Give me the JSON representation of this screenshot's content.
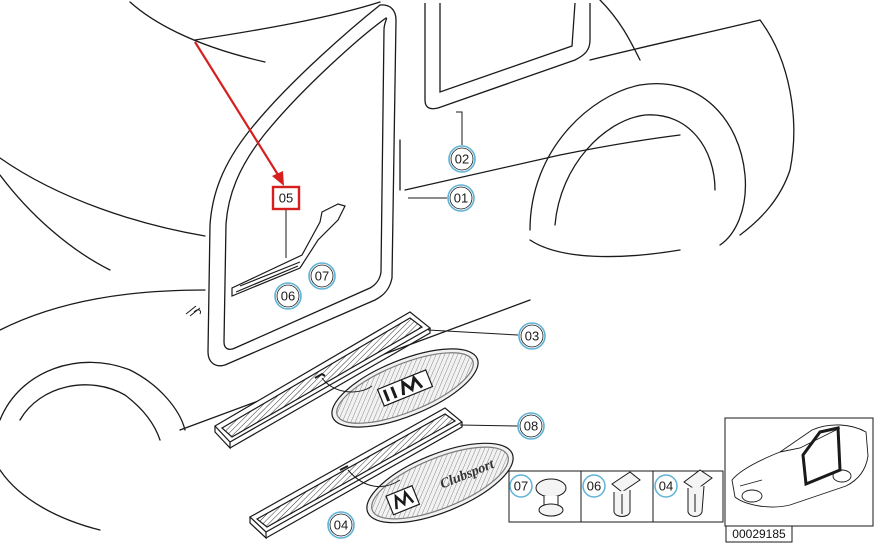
{
  "callouts": {
    "door_seal": "01",
    "rear_door_seal": "02",
    "sill_plate_m": "03",
    "sill_plate_clubsport": "08",
    "trim_strip": "05",
    "clip_a": "06",
    "clip_b": "07",
    "clip_c": "04"
  },
  "detail_panel": {
    "part_07": "07",
    "part_06": "06",
    "part_04": "04"
  },
  "diagram_id": "00029185",
  "colors": {
    "line": "#1a1a1a",
    "callout_ring": "#5fb3d6",
    "highlight": "#d62020"
  },
  "icons": {
    "arrow": "red-arrow-icon",
    "m_logo": "m-logo-icon"
  }
}
